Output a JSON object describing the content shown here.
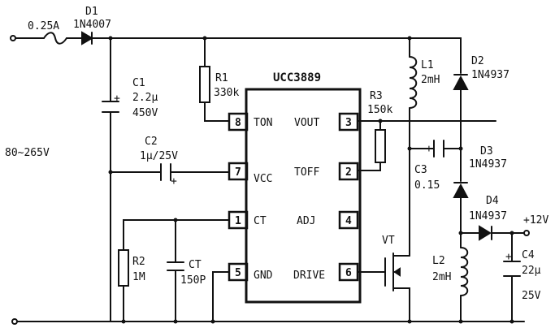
{
  "diagram": {
    "input_voltage": "80~265V",
    "fuse": {
      "value": "0.25A"
    },
    "diodes": {
      "d1": {
        "ref": "D1",
        "part": "1N4007"
      },
      "d2": {
        "ref": "D2",
        "part": "1N4937"
      },
      "d3": {
        "ref": "D3",
        "part": "1N4937"
      },
      "d4": {
        "ref": "D4",
        "part": "1N4937"
      }
    },
    "capacitors": {
      "c1": {
        "ref": "C1",
        "value": "2.2μ",
        "voltage": "450V"
      },
      "c2": {
        "ref": "C2",
        "value": "1μ/25V"
      },
      "c3": {
        "ref": "C3",
        "value": "0.15"
      },
      "c4": {
        "ref": "C4",
        "value": "22μ",
        "voltage": "25V"
      },
      "ct": {
        "ref": "CT",
        "value": "150P"
      }
    },
    "resistors": {
      "r1": {
        "ref": "R1",
        "value": "330k"
      },
      "r2": {
        "ref": "R2",
        "value": "1M"
      },
      "r3": {
        "ref": "R3",
        "value": "150k"
      }
    },
    "inductors": {
      "l1": {
        "ref": "L1",
        "value": "2mH"
      },
      "l2": {
        "ref": "L2",
        "value": "2mH"
      }
    },
    "transistor": {
      "ref": "VT"
    },
    "output": "+12V",
    "polarity_mark": "+",
    "ic": {
      "name": "UCC3889",
      "pins": [
        {
          "num": "8",
          "name": "TON"
        },
        {
          "num": "7",
          "name": "VCC"
        },
        {
          "num": "1",
          "name": "CT"
        },
        {
          "num": "5",
          "name": "GND"
        },
        {
          "num": "3",
          "name": "VOUT"
        },
        {
          "num": "2",
          "name": "TOFF"
        },
        {
          "num": "4",
          "name": "ADJ"
        },
        {
          "num": "6",
          "name": "DRIVE"
        }
      ]
    }
  }
}
